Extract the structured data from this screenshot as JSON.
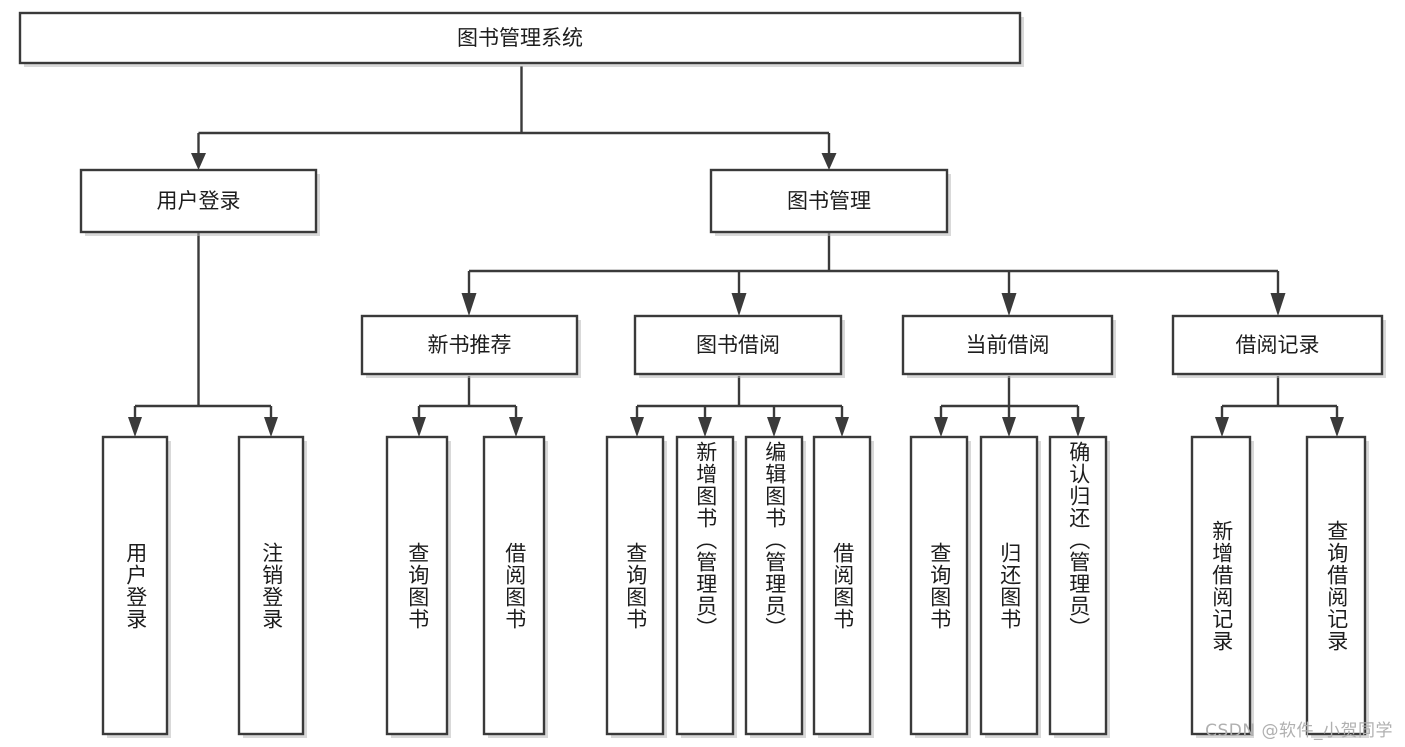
{
  "diagram": {
    "title": "图书管理系统",
    "type": "tree-structure-chart",
    "orientation": "top-down",
    "style": {
      "box_fill": "#ffffff",
      "box_stroke": "#3a3a3a",
      "connector_color": "#3a3a3a",
      "text_color": "#1d1d1d",
      "background": "#ffffff",
      "watermark_color": "#b0b0b0"
    },
    "root": {
      "label": "图书管理系统",
      "orientation": "horizontal"
    },
    "level2": [
      {
        "label": "用户登录",
        "orientation": "horizontal"
      },
      {
        "label": "图书管理",
        "orientation": "horizontal"
      }
    ],
    "level3": [
      {
        "label": "新书推荐",
        "orientation": "horizontal"
      },
      {
        "label": "图书借阅",
        "orientation": "horizontal"
      },
      {
        "label": "当前借阅",
        "orientation": "horizontal"
      },
      {
        "label": "借阅记录",
        "orientation": "horizontal"
      }
    ],
    "leaves": {
      "user_login": [
        {
          "label": "用户登录",
          "orientation": "vertical"
        },
        {
          "label": "注销登录",
          "orientation": "vertical"
        }
      ],
      "new_book_recommend": [
        {
          "label": "查询图书",
          "orientation": "vertical"
        },
        {
          "label": "借阅图书",
          "orientation": "vertical"
        }
      ],
      "book_borrow": [
        {
          "label": "查询图书",
          "orientation": "vertical"
        },
        {
          "label": "新增图书（管理员）",
          "orientation": "vertical"
        },
        {
          "label": "编辑图书（管理员）",
          "orientation": "vertical"
        },
        {
          "label": "借阅图书",
          "orientation": "vertical"
        }
      ],
      "current_borrow": [
        {
          "label": "查询图书",
          "orientation": "vertical"
        },
        {
          "label": "归还图书",
          "orientation": "vertical"
        },
        {
          "label": "确认归还（管理员）",
          "orientation": "vertical"
        }
      ],
      "borrow_record": [
        {
          "label": "新增借阅记录",
          "orientation": "vertical"
        },
        {
          "label": "查询借阅记录",
          "orientation": "vertical"
        }
      ]
    }
  },
  "watermark": {
    "text": "CSDN @软件_小贺同学"
  }
}
